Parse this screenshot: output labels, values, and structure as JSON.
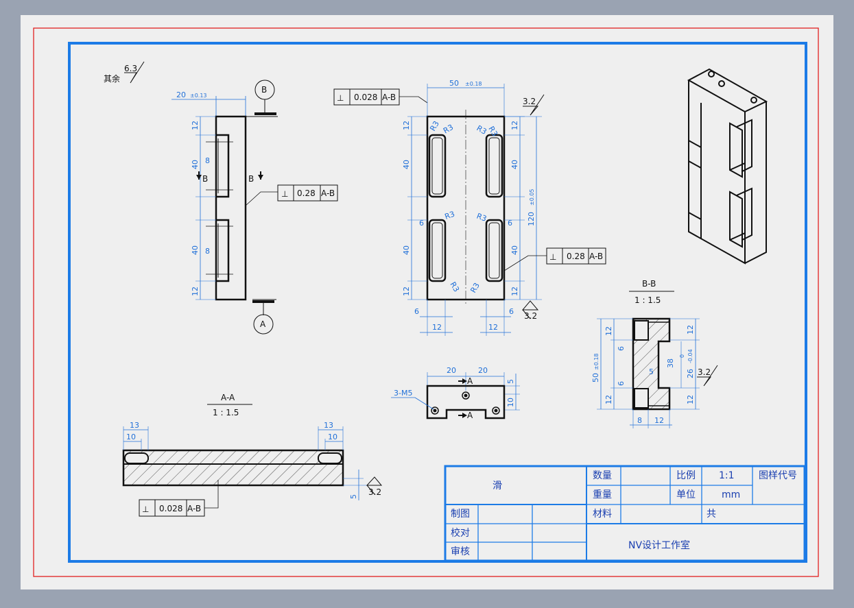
{
  "surface_note": {
    "text": "其余",
    "value": "6.3"
  },
  "datums": {
    "a": "A",
    "b": "B"
  },
  "left_view": {
    "top_dim": "20",
    "top_tol": "±0.13",
    "side_dims": [
      "12",
      "40",
      "8",
      "40",
      "8",
      "12"
    ],
    "section_marks": [
      "B",
      "B"
    ],
    "fcf": {
      "symbol": "⊥",
      "value": "0.28",
      "datum": "A-B"
    }
  },
  "front_view": {
    "fcf_top": {
      "symbol": "⊥",
      "value": "0.028",
      "datum": "A-B"
    },
    "fcf_right": {
      "symbol": "⊥",
      "value": "0.28",
      "datum": "A-B"
    },
    "width_dim": "50",
    "width_tol": "±0.18",
    "left_dims": [
      "12",
      "40",
      "6",
      "40",
      "12"
    ],
    "right_dims": [
      "12",
      "40",
      "6",
      "40",
      "12"
    ],
    "height_dim": "120",
    "height_tol": "±0.05",
    "radii": [
      "R3",
      "R3",
      "R3",
      "R3",
      "R3",
      "R3",
      "R3",
      "R3"
    ],
    "bottom_dims": [
      "6",
      "12",
      "12",
      "6"
    ],
    "roughness": [
      "3.2",
      "3.2"
    ]
  },
  "top_view": {
    "dims": [
      "20",
      "20",
      "5",
      "10"
    ],
    "thread": "3-M5",
    "section_marks": [
      "A",
      "A"
    ]
  },
  "section_aa": {
    "title": "A-A",
    "scale": "1 : 1.5",
    "dims": [
      "13",
      "10",
      "13",
      "10",
      "5"
    ],
    "roughness": "3.2",
    "fcf": {
      "symbol": "⊥",
      "value": "0.028",
      "datum": "A-B"
    }
  },
  "section_bb": {
    "title": "B-B",
    "scale": "1 : 1.5",
    "height_dim": "50",
    "height_tol": "±0.18",
    "left_dims": [
      "12",
      "6",
      "6",
      "12"
    ],
    "right_dims": [
      "12",
      "38",
      "26",
      "12"
    ],
    "tol_stack": [
      "0",
      "-0.04"
    ],
    "inner": "5",
    "bottom_dims": [
      "8",
      "12"
    ],
    "roughness": "3.2"
  },
  "title_block": {
    "part_name": "滑",
    "qty_label": "数量",
    "weight_label": "重量",
    "scale_label": "比例",
    "scale_value": "1:1",
    "unit_label": "单位",
    "unit_value": "mm",
    "drawing_no_label": "图样代号",
    "material_label": "材料",
    "total_label": "共",
    "drawn_label": "制图",
    "checked_label": "校对",
    "approved_label": "审核",
    "studio": "NV设计工作室"
  },
  "colors": {
    "frame_red": "#e02020",
    "frame_blue": "#1c7be6",
    "dimension": "#1f6fd8",
    "paper": "#efefef"
  }
}
